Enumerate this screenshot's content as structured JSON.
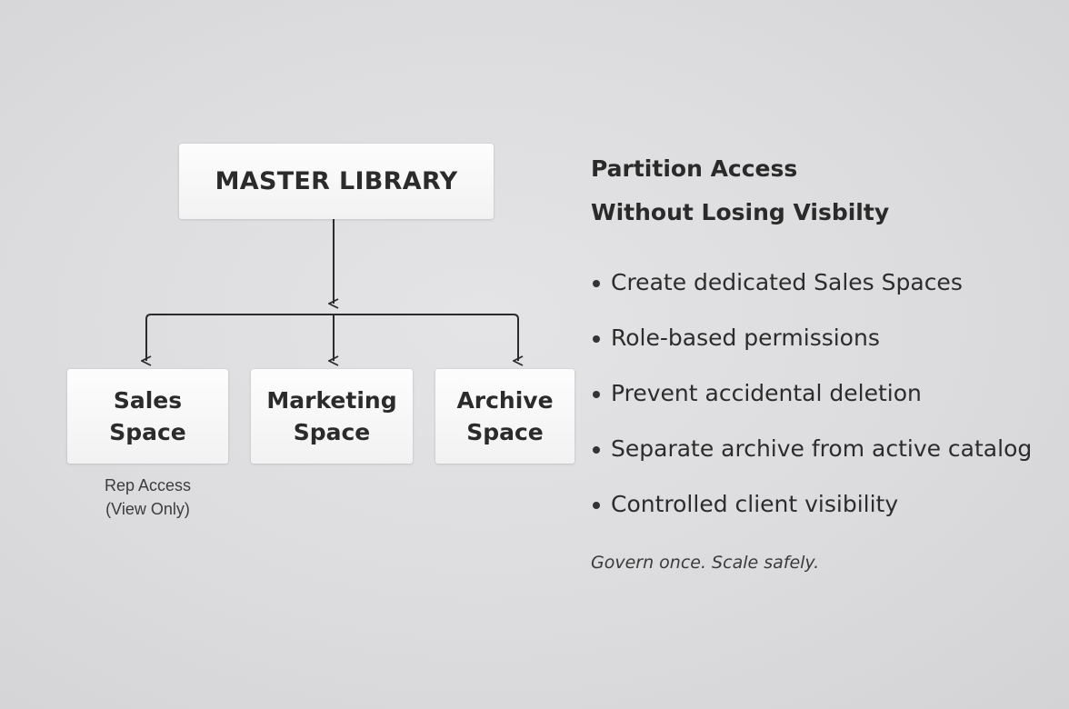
{
  "diagram": {
    "master": {
      "label": "MASTER LIBRARY"
    },
    "children": [
      {
        "line1": "Sales",
        "line2": "Space",
        "note": {
          "line1": "Rep Access",
          "line2": "(View Only)"
        }
      },
      {
        "line1": "Marketing",
        "line2": "Space"
      },
      {
        "line1": "Archive",
        "line2": "Space"
      }
    ]
  },
  "panel": {
    "heading_line1": "Partition Access",
    "heading_line2": "Without Losing Visbilty",
    "bullets": [
      "Create dedicated Sales Spaces",
      "Role-based permissions",
      "Prevent accidental deletion",
      "Separate archive from active catalog",
      "Controlled client visibility"
    ],
    "tagline": "Govern once. Scale safely."
  },
  "colors": {
    "background": "#dcdcde",
    "node_fill": "#f7f7f8",
    "text": "#2a2a2a",
    "connector": "#2b2b2b"
  }
}
